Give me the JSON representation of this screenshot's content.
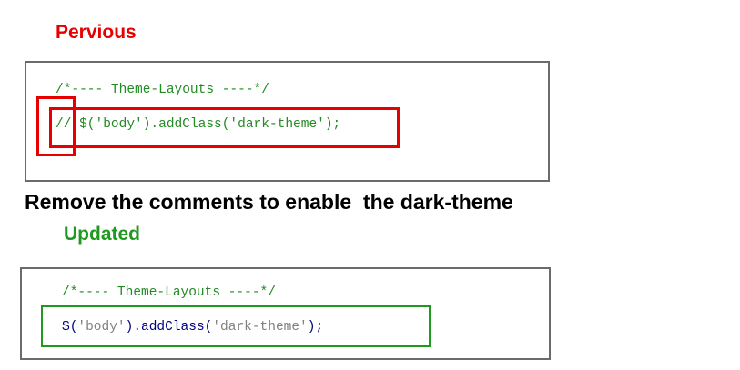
{
  "previous": {
    "heading": "Pervious",
    "heading_color": "#e60000",
    "comment_line": "/*---- Theme-Layouts ----*/",
    "code_line": "// $('body').addClass('dark-theme');"
  },
  "instruction": "Remove the comments to enable  the dark-theme",
  "updated": {
    "heading": "Updated",
    "heading_color": "#1f9a1f",
    "comment_line": "/*---- Theme-Layouts ----*/",
    "code_tokens": {
      "t0": "$(",
      "t1": "'body'",
      "t2": ").addClass(",
      "t3": "'dark-theme'",
      "t4": ");"
    }
  },
  "colors": {
    "highlight_removed": "#e60000",
    "highlight_updated": "#1f9a1f",
    "code_comment": "#228b22",
    "code_punctuation": "#000080",
    "code_string": "#808080"
  }
}
